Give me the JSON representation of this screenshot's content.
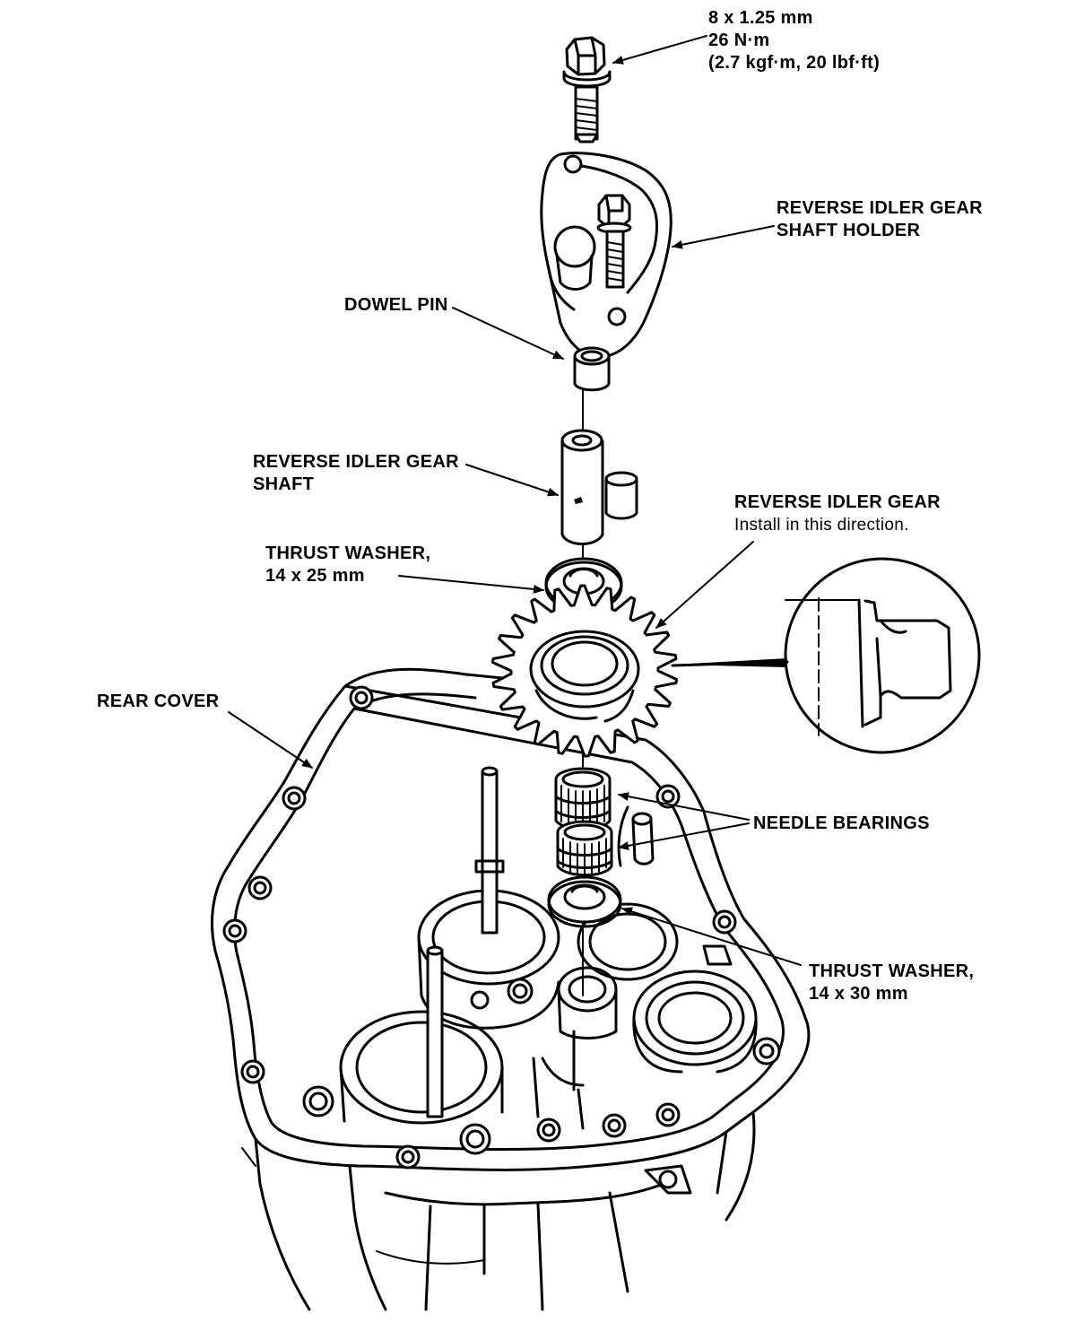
{
  "labels": {
    "bolt_spec": {
      "line1": "8 x 1.25 mm",
      "line2": "26 N·m",
      "line3": "(2.7 kgf·m, 20 lbf·ft)"
    },
    "shaft_holder": {
      "line1": "REVERSE IDLER GEAR",
      "line2": "SHAFT HOLDER"
    },
    "dowel_pin": "DOWEL PIN",
    "idler_shaft": {
      "line1": "REVERSE IDLER GEAR",
      "line2": "SHAFT"
    },
    "idler_gear": {
      "line1": "REVERSE IDLER GEAR",
      "line2": "Install in this direction."
    },
    "thrust_washer_top": {
      "line1": "THRUST WASHER,",
      "line2": "14 x 25 mm"
    },
    "rear_cover": "REAR COVER",
    "needle_bearings": "NEEDLE BEARINGS",
    "thrust_washer_bottom": {
      "line1": "THRUST WASHER,",
      "line2": "14 x 30 mm"
    }
  }
}
